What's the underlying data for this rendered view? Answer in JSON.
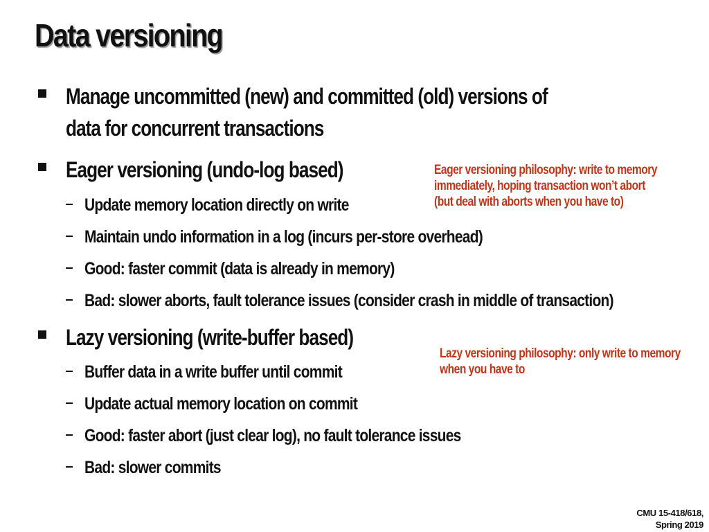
{
  "title": "Data versioning",
  "bullets": [
    {
      "lines": [
        "Manage uncommitted (new) and committed (old) versions of",
        "data for concurrent transactions"
      ]
    },
    {
      "lines": [
        "Eager versioning (undo-log based)"
      ],
      "sub": [
        "Update memory location directly on write",
        "Maintain undo information in a log (incurs per-store overhead)",
        "Good: faster commit (data is already in memory)",
        "Bad: slower aborts, fault tolerance issues (consider crash in middle of transaction)"
      ]
    },
    {
      "lines": [
        "Lazy versioning (write-buffer based)"
      ],
      "sub": [
        "Buffer data in a write buffer until commit",
        "Update actual memory location on commit",
        "Good: faster abort (just clear log), no fault tolerance issues",
        "Bad: slower commits"
      ]
    }
  ],
  "notes": {
    "eager": [
      "Eager versioning philosophy: write to memory",
      "immediately, hoping transaction won’t abort",
      "(but deal with aborts when you have to)"
    ],
    "lazy": [
      "Lazy versioning philosophy: only write to memory",
      "when you have to"
    ]
  },
  "footer": {
    "course": "CMU 15-418/618,",
    "term": "Spring 2019"
  },
  "colors": {
    "text": "#111111",
    "note": "#c0351a",
    "background": "#ffffff"
  }
}
